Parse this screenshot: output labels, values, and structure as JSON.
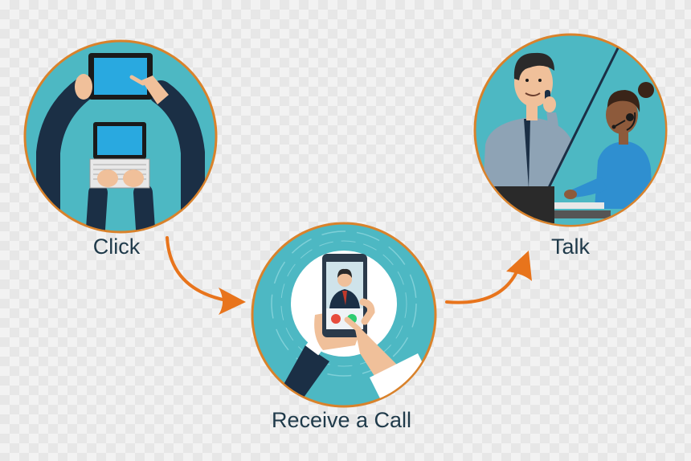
{
  "steps": [
    {
      "label": "Click",
      "illustration": "tablet-and-laptop-hands-icon"
    },
    {
      "label": "Receive a Call",
      "illustration": "smartphone-incoming-call-icon"
    },
    {
      "label": "Talk",
      "illustration": "caller-and-agent-icon"
    }
  ],
  "colors": {
    "circle_fill": "#4db8c3",
    "circle_border": "#d9822b",
    "arrow": "#e8741c",
    "label_text": "#1f3a4a",
    "sleeve_dark": "#1b2f45",
    "skin": "#f0c09a",
    "screen_blue": "#29a9e0"
  }
}
